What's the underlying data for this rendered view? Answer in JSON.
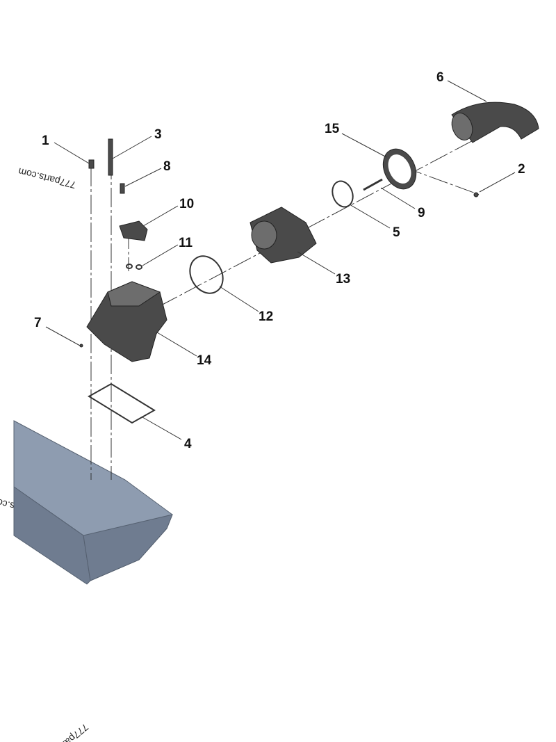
{
  "diagram": {
    "callouts": [
      {
        "id": "1",
        "label": "1"
      },
      {
        "id": "2",
        "label": "2"
      },
      {
        "id": "3",
        "label": "3"
      },
      {
        "id": "4",
        "label": "4"
      },
      {
        "id": "5",
        "label": "5"
      },
      {
        "id": "6",
        "label": "6"
      },
      {
        "id": "7",
        "label": "7"
      },
      {
        "id": "8",
        "label": "8"
      },
      {
        "id": "9",
        "label": "9"
      },
      {
        "id": "10",
        "label": "10"
      },
      {
        "id": "11",
        "label": "11"
      },
      {
        "id": "12",
        "label": "12"
      },
      {
        "id": "13",
        "label": "13"
      },
      {
        "id": "14",
        "label": "14"
      },
      {
        "id": "15",
        "label": "15"
      }
    ],
    "watermark": "777parts.com",
    "colors": {
      "parts": "#4a4a4a",
      "engine_block": "#8e9cb0",
      "background": "#ffffff"
    }
  }
}
